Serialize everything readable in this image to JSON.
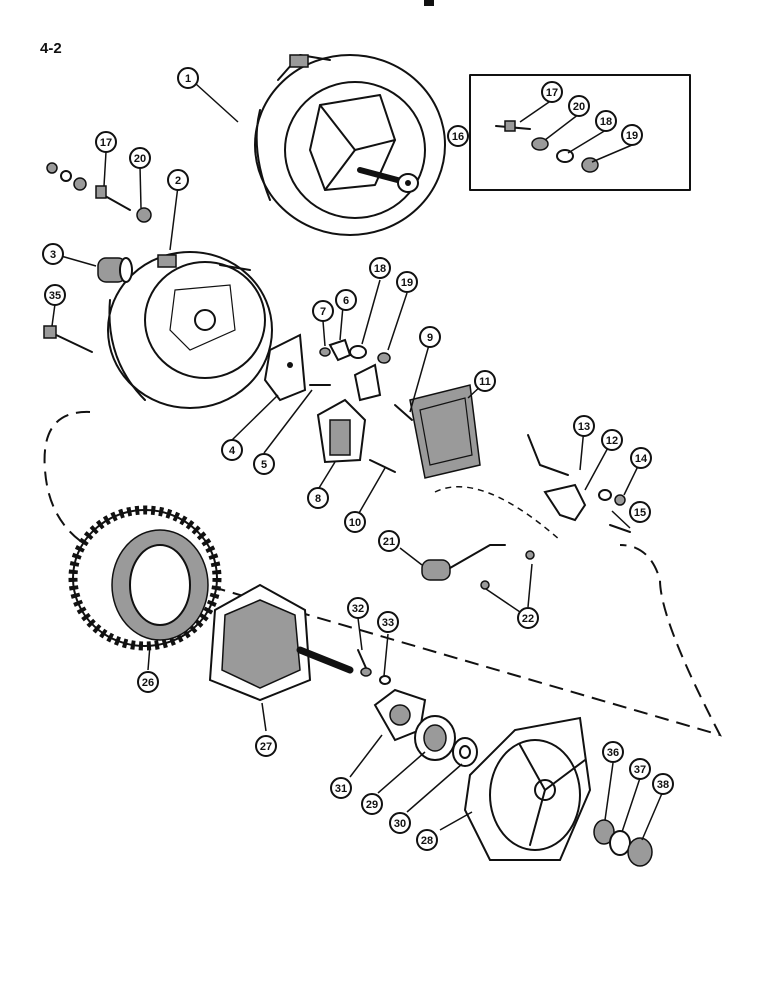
{
  "page_number": "4-2",
  "inset_box_callout": "16",
  "callouts": [
    {
      "id": "1"
    },
    {
      "id": "2"
    },
    {
      "id": "3"
    },
    {
      "id": "4"
    },
    {
      "id": "5"
    },
    {
      "id": "6"
    },
    {
      "id": "7"
    },
    {
      "id": "8"
    },
    {
      "id": "9"
    },
    {
      "id": "10"
    },
    {
      "id": "11"
    },
    {
      "id": "12"
    },
    {
      "id": "13"
    },
    {
      "id": "14"
    },
    {
      "id": "15"
    },
    {
      "id": "16"
    },
    {
      "id": "17"
    },
    {
      "id": "17"
    },
    {
      "id": "18"
    },
    {
      "id": "18"
    },
    {
      "id": "19"
    },
    {
      "id": "19"
    },
    {
      "id": "20"
    },
    {
      "id": "20"
    },
    {
      "id": "21"
    },
    {
      "id": "22"
    },
    {
      "id": "26"
    },
    {
      "id": "27"
    },
    {
      "id": "28"
    },
    {
      "id": "29"
    },
    {
      "id": "30"
    },
    {
      "id": "31"
    },
    {
      "id": "32"
    },
    {
      "id": "33"
    },
    {
      "id": "35"
    },
    {
      "id": "36"
    },
    {
      "id": "37"
    },
    {
      "id": "38"
    }
  ]
}
